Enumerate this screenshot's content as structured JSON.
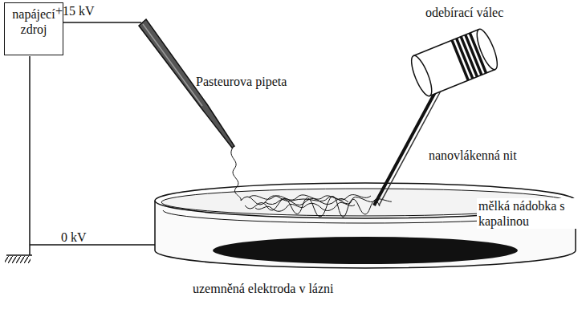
{
  "diagram": {
    "nodes": [
      {
        "text": [
          "napájecí zdroj"
        ]
      }
    ],
    "labels": [
      "+15 kV",
      "Pasteurova pipeta",
      "odebírací válec",
      "nanovlákenná nit",
      "mělká nádobka s kapalinou",
      "0 kV",
      "uzemněná elektroda v lázni"
    ]
  }
}
